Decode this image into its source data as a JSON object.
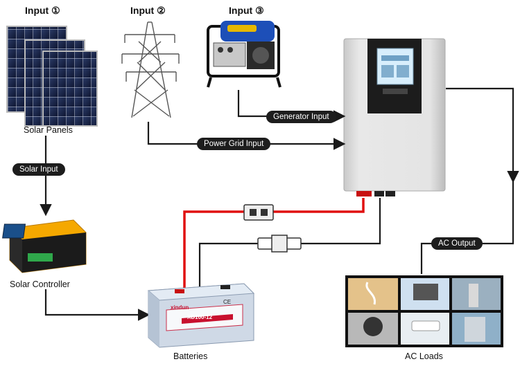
{
  "inputs": {
    "input1": "Input ①",
    "input2": "Input ②",
    "input3": "Input ③"
  },
  "labels": {
    "solar_panels": "Solar Panels",
    "solar_controller": "Solar Controller",
    "batteries": "Batteries",
    "ac_loads": "AC Loads"
  },
  "connectors": {
    "generator_input": "Generator Input",
    "power_grid_input": "Power Grid Input",
    "solar_input": "Solar Input",
    "ac_output": "AC Output"
  },
  "battery": {
    "brand": "xindun",
    "model": "XD100-12",
    "mark": "CE"
  },
  "colors": {
    "wire_black": "#1a1a1a",
    "wire_red": "#e01010",
    "pill_bg": "#1d1d1d",
    "controller_orange": "#f5a800",
    "inverter_body": "#dcdcdc",
    "battery_body": "#cfd9e6"
  }
}
